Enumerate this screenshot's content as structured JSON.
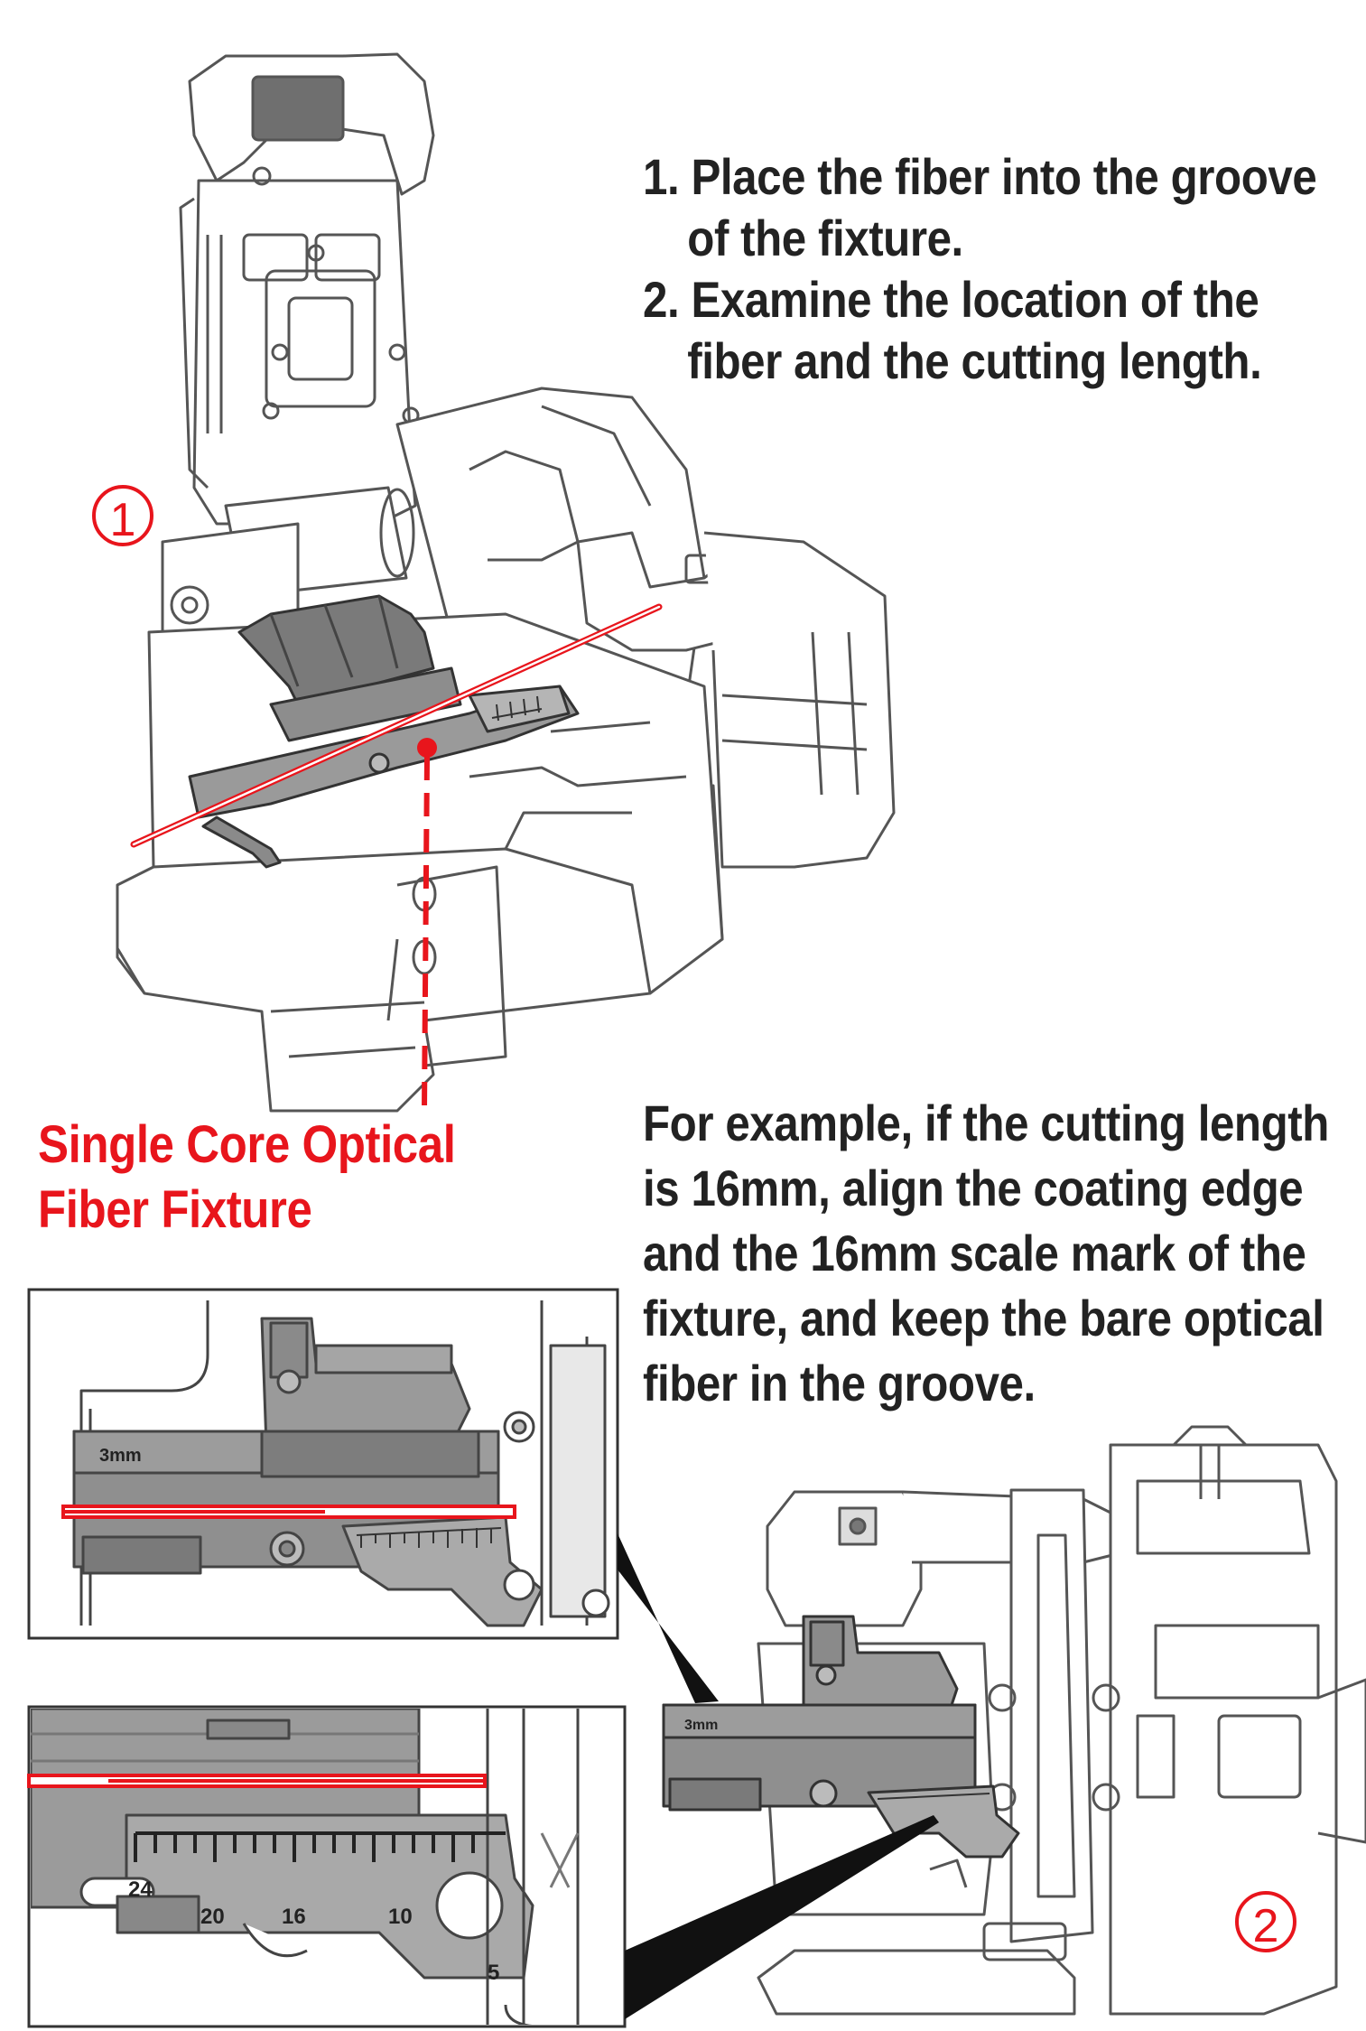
{
  "instructions": {
    "step1_line1": "1. Place the fiber into the groove",
    "step1_line2": "of the fixture.",
    "step2_line1": "2. Examine the location of the",
    "step2_line2": "fiber and the cutting length."
  },
  "callouts": {
    "marker1": "①",
    "marker2": "②",
    "fixture_label_line1": "Single Core Optical",
    "fixture_label_line2": "Fiber Fixture"
  },
  "example": {
    "line1": "For example, if the cutting length",
    "line2": "is 16mm, align the coating edge",
    "line3": "and the 16mm scale mark of the",
    "line4": "fixture, and keep the bare optical",
    "line5": "fiber in the groove."
  },
  "fixture_marks": {
    "plate_label": "3mm",
    "scale_24": "24",
    "scale_20": "20",
    "scale_16": "16",
    "scale_10": "10",
    "scale_5": "5"
  },
  "colors": {
    "accent_red": "#e8151c",
    "outline": "#555555",
    "fixture_gray": "#a9a9a9",
    "text_dark": "#222222"
  }
}
